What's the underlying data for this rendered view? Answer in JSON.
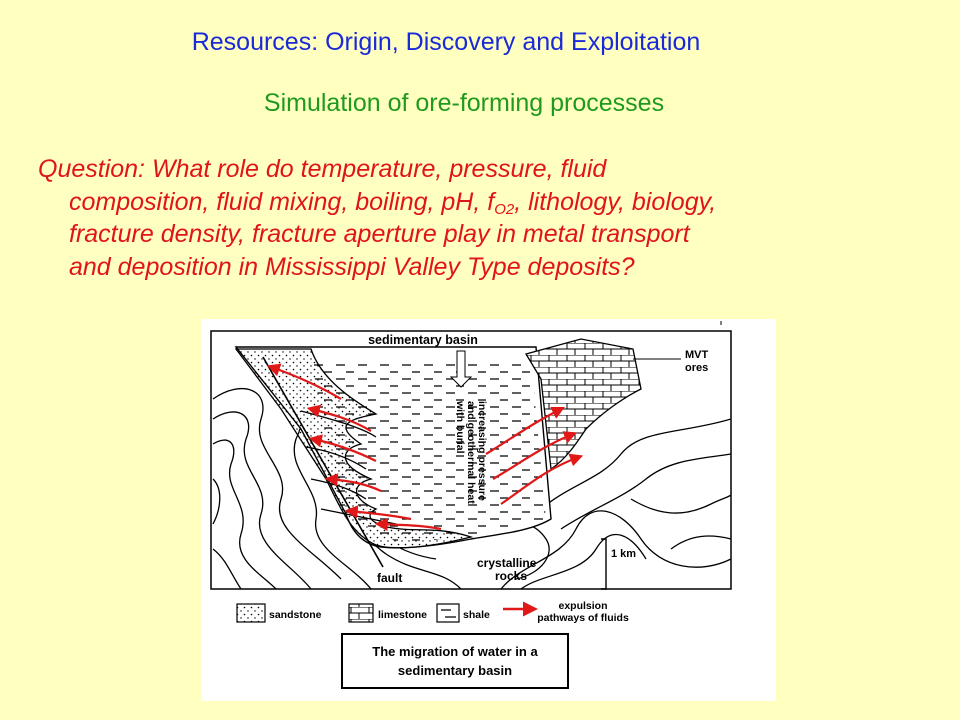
{
  "slide": {
    "title": "Resources: Origin, Discovery and Exploitation",
    "subtitle": "Simulation of ore-forming processes",
    "question": {
      "line1": "Question: What role do temperature, pressure, fluid",
      "line2_a": "composition, fluid mixing, boiling, pH, f",
      "line2_sub": "O2",
      "line2_b": ", lithology, biology,",
      "line3": "fracture density, fracture aperture play in metal transport",
      "line4": "and deposition in Mississippi Valley Type deposits?"
    }
  },
  "figure": {
    "basin_label": "sedimentary basin",
    "mvt_label_1": "MVT",
    "mvt_label_2": "ores",
    "arrow_text_1": "increasing pressure",
    "arrow_text_2": "and geothermal heat",
    "arrow_text_3": "with burial",
    "scale_label": "1 km",
    "crystalline_label_1": "crystalline",
    "crystalline_label_2": "rocks",
    "fault_label": "fault",
    "legend": {
      "sandstone": "sandstone",
      "limestone": "limestone",
      "shale": "shale",
      "expulsion_1": "expulsion",
      "expulsion_2": "pathways of fluids"
    },
    "caption_1": "The migration of water in a",
    "caption_2": "sedimentary basin",
    "colors": {
      "arrow": "#e01818",
      "ink": "#000000"
    }
  }
}
